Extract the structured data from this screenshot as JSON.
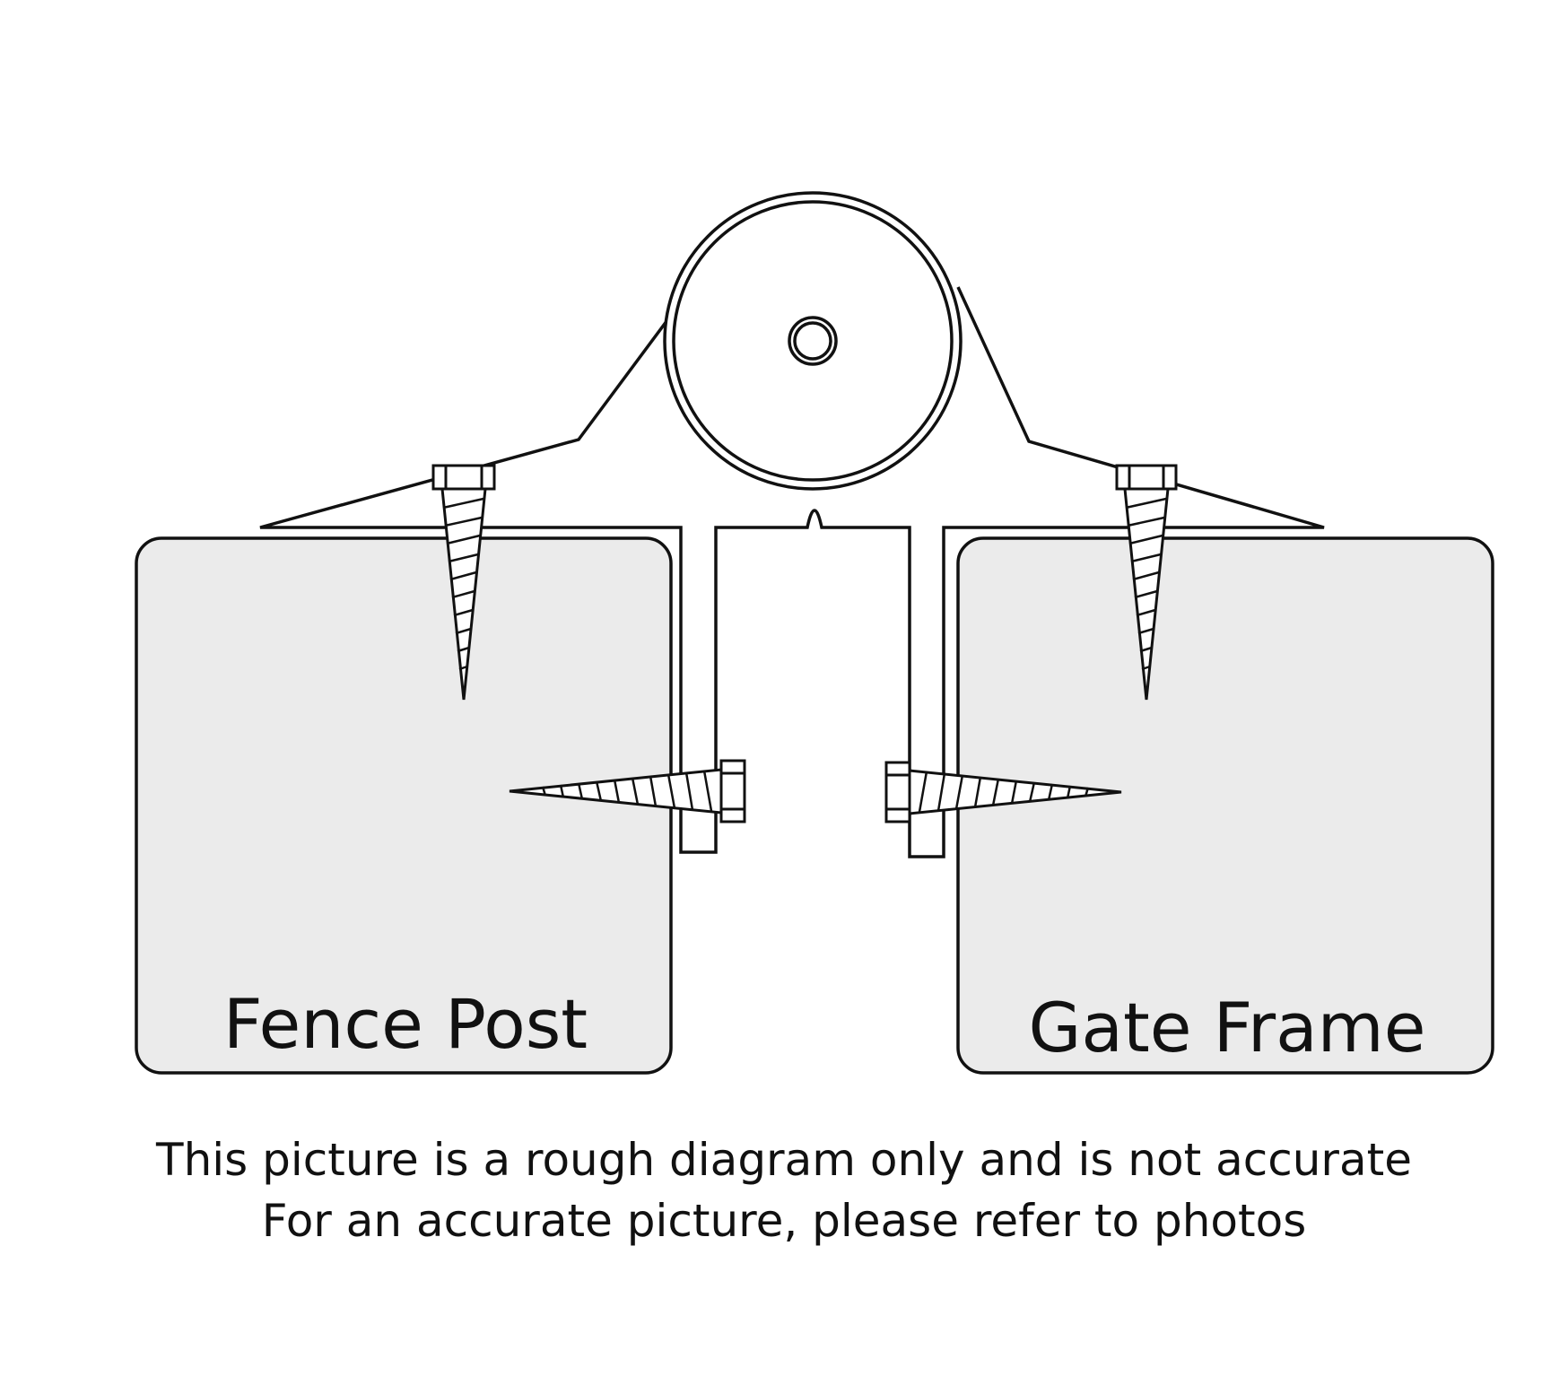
{
  "labels": {
    "left_box": "Fence Post",
    "right_box": "Gate Frame"
  },
  "caption": {
    "line1": "This picture is a rough diagram only and is not accurate",
    "line2": "For an accurate picture, please refer to photos"
  },
  "colors": {
    "stroke": "#111111",
    "box_fill": "#ebebeb",
    "background": "#ffffff"
  }
}
